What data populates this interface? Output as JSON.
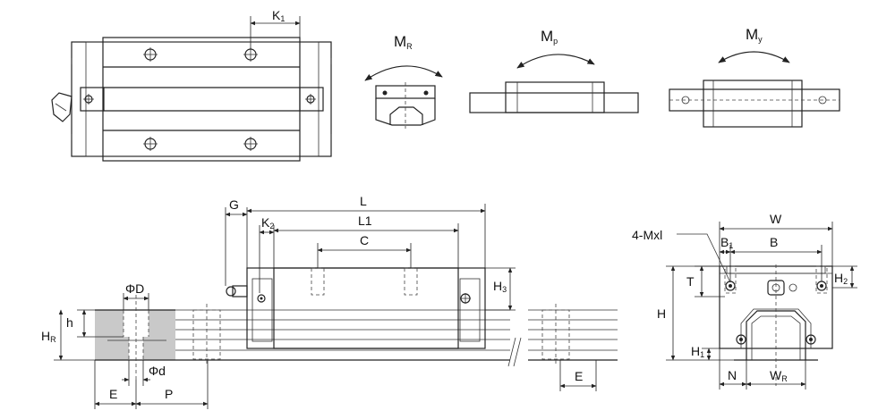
{
  "top_views": {
    "plan_k1": {
      "main": "K",
      "sub": "1"
    },
    "moment_r": {
      "main": "M",
      "sub": "R"
    },
    "moment_p": {
      "main": "M",
      "sub": "p"
    },
    "moment_y": {
      "main": "M",
      "sub": "y"
    }
  },
  "side_view": {
    "g": "G",
    "k2": {
      "main": "K",
      "sub": "2"
    },
    "l": "L",
    "l1": "L1",
    "c": "C",
    "h3": {
      "main": "H",
      "sub": "3"
    }
  },
  "rail_section": {
    "phi_big_d": "ΦD",
    "h": "h",
    "hr": {
      "main": "H",
      "sub": "R"
    },
    "phi_small_d": "Φd",
    "e": "E",
    "p": "P",
    "e_right": "E"
  },
  "front_view": {
    "callout": "4-Mxl",
    "w": "W",
    "b1": {
      "main": "B",
      "sub": "1"
    },
    "b": "B",
    "t": "T",
    "h2": {
      "main": "H",
      "sub": "2"
    },
    "h": "H",
    "h1": {
      "main": "H",
      "sub": "1"
    },
    "n": "N",
    "wr": {
      "main": "W",
      "sub": "R"
    }
  }
}
